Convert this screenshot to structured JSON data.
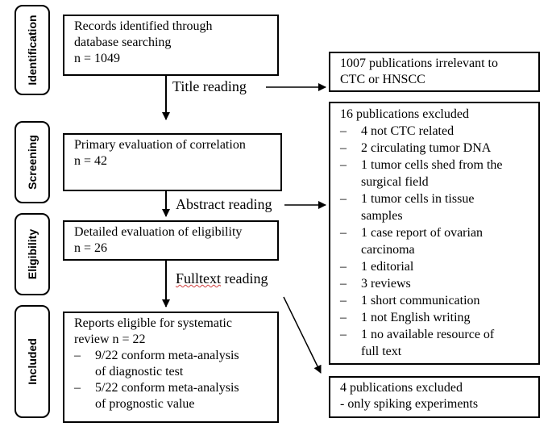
{
  "stages": {
    "identification": "Identification",
    "screening": "Screening",
    "eligibility": "Eligibility",
    "included": "Included"
  },
  "identified": {
    "line1": "Records identified through",
    "line2": "database searching",
    "line3": "n = 1049"
  },
  "irrelevant": {
    "line1": "1007 publications irrelevant to",
    "line2": "CTC or HNSCC"
  },
  "screening": {
    "line1": "Primary evaluation of correlation",
    "line2": "n = 42"
  },
  "excluded16": {
    "title": "16 publications excluded",
    "dash": "–",
    "items": [
      [
        "4 not CTC related"
      ],
      [
        "2 circulating tumor DNA"
      ],
      [
        "1 tumor cells shed from the",
        "surgical field"
      ],
      [
        "1 tumor cells in tissue",
        "samples"
      ],
      [
        "1 case report of ovarian",
        "carcinoma"
      ],
      [
        "1 editorial"
      ],
      [
        "3 reviews"
      ],
      [
        "1 short communication"
      ],
      [
        "1 not English writing"
      ],
      [
        "1 no available resource of",
        "full text"
      ]
    ]
  },
  "eligibility": {
    "line1": "Detailed evaluation of eligibility",
    "line2": "n = 26"
  },
  "included": {
    "line1": "Reports eligible for systematic",
    "line2": "review n = 22",
    "dash": "–",
    "items": [
      [
        "9/22 conform meta-analysis",
        "of diagnostic test"
      ],
      [
        "5/22 conform meta-analysis",
        "of prognostic value"
      ]
    ]
  },
  "excluded4": {
    "line1": "4 publications excluded",
    "line2": "- only spiking experiments"
  },
  "labels": {
    "title_reading": "Title reading",
    "abstract_reading": "Abstract reading",
    "fulltext_word": "Fulltext",
    "fulltext_rest": " reading"
  }
}
